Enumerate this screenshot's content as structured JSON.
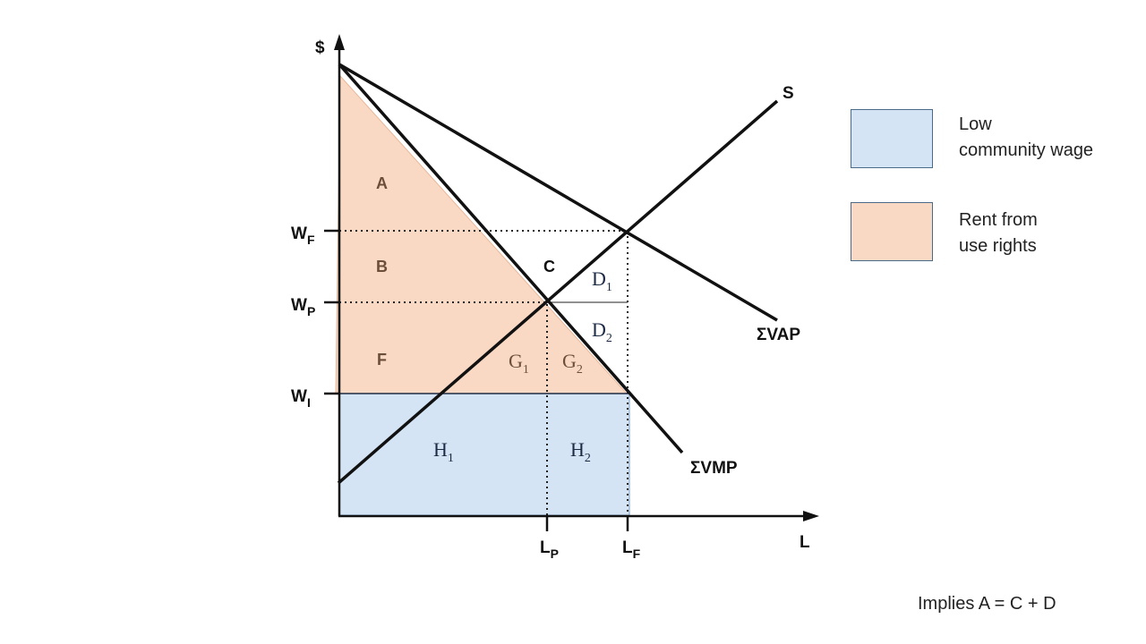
{
  "axes": {
    "y_label": "$",
    "x_label": "L"
  },
  "y_ticks": {
    "wf": {
      "main": "W",
      "sub": "F"
    },
    "wp": {
      "main": "W",
      "sub": "P"
    },
    "wi": {
      "main": "W",
      "sub": "I"
    }
  },
  "x_ticks": {
    "lp": {
      "main": "L",
      "sub": "P"
    },
    "lf": {
      "main": "L",
      "sub": "F"
    }
  },
  "curves": {
    "supply": "S",
    "vap": "ΣVAP",
    "vmp": "ΣVMP"
  },
  "regions": {
    "a": "A",
    "b": "B",
    "c": "C",
    "f": "F",
    "d1": {
      "main": "D",
      "sub": "1"
    },
    "d2": {
      "main": "D",
      "sub": "2"
    },
    "g1": {
      "main": "G",
      "sub": "1"
    },
    "g2": {
      "main": "G",
      "sub": "2"
    },
    "h1": {
      "main": "H",
      "sub": "1"
    },
    "h2": {
      "main": "H",
      "sub": "2"
    }
  },
  "legend": [
    {
      "label_line1": "Low",
      "label_line2": "community wage",
      "color": "#d4e4f4"
    },
    {
      "label_line1": "Rent from",
      "label_line2": "use rights",
      "color": "#f9d9c4"
    }
  ],
  "note": "Implies A = C + D"
}
